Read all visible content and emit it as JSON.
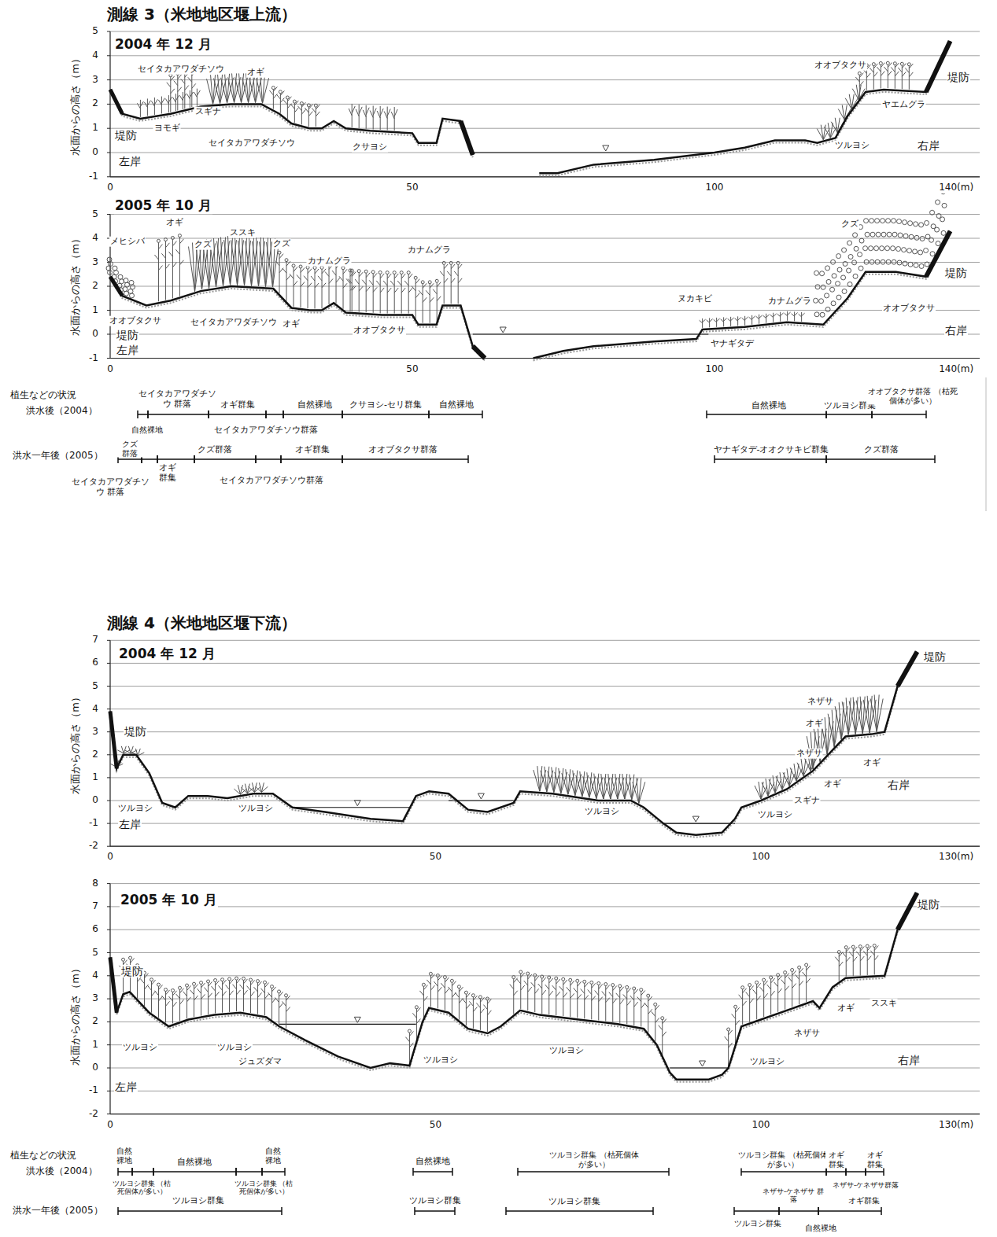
{
  "diagram": {
    "labels": [
      "測線 3（米地地区堰上流）",
      "2004 年 12 月",
      "水面からの高さ（m）",
      "5",
      "4",
      "3",
      "2",
      "1",
      "0",
      "-1",
      "0",
      "50",
      "100",
      "140(m)",
      "セイタカアワダチソウ",
      "オギ",
      "ヨモギ",
      "スギナ",
      "セイタカアワダチソウ",
      "クサヨシ",
      "堤防",
      "左岸",
      "オオブタクサ",
      "ヤエムグラ",
      "ツルヨシ",
      "堤防",
      "右岸",
      "2005 年 10 月",
      "水面からの高さ（m）",
      "5",
      "4",
      "3",
      "2",
      "1",
      "0",
      "-1",
      "0",
      "50",
      "100",
      "140(m)",
      "メヒシバ",
      "オギ",
      "クズ",
      "ススキ",
      "クズ",
      "カナムグラ",
      "カナムグラ",
      "オオブタクサ",
      "堤防",
      "左岸",
      "セイタカアワダチソウ",
      "オギ",
      "オオブタクサ",
      "ヌカキビ",
      "カナムグラ",
      "ヤナギタデ",
      "クズ",
      "オオブタクサ",
      "堤防",
      "右岸",
      "植生などの状況",
      "洪水後（2004）",
      "セイタカアワダチソウ 群落",
      "オギ群集",
      "自然裸地",
      "クサヨシ-セリ群集",
      "自然裸地",
      "自然裸地",
      "セイタカアワダチソウ群落",
      "自然裸地",
      "ツルヨシ群集",
      "オオブタクサ群落 （枯死個体が多い）",
      "洪水一年後（2005）",
      "クズ 群落",
      "セイタカアワダチソウ 群落",
      "オギ 群集",
      "クズ群落",
      "セイタカアワダチソウ群落",
      "オギ群集",
      "オオブタクサ群落",
      "ヤナギタデ-オオクサキビ群集",
      "クズ群落",
      "測線 4（米地地区堰下流）",
      "2004 年 12 月",
      "水面からの高さ（m）",
      "7",
      "6",
      "5",
      "4",
      "3",
      "2",
      "1",
      "0",
      "-1",
      "-2",
      "0",
      "50",
      "100",
      "130(m)",
      "堤防",
      "ツルヨシ",
      "左岸",
      "ツルヨシ",
      "ツルヨシ",
      "ツルヨシ",
      "ネザサ",
      "オギ",
      "ネザサ",
      "オギ",
      "スギナ",
      "オギ",
      "右岸",
      "堤防",
      "2005 年 10 月",
      "水面からの高さ（m）",
      "8",
      "7",
      "6",
      "5",
      "4",
      "3",
      "2",
      "1",
      "0",
      "-1",
      "-2",
      "0",
      "50",
      "100",
      "130(m)",
      "堤防",
      "ツルヨシ",
      "ツルヨシ",
      "ジュズダマ",
      "左岸",
      "ツルヨシ",
      "ツルヨシ",
      "ツルヨシ",
      "ネザサ",
      "オギ",
      "ススキ",
      "右岸",
      "堤防",
      "植生などの状況",
      "洪水後（2004）",
      "自然裸地",
      "自然裸地",
      "自然裸地",
      "ツルヨシ群集 （枯死個体が多い）",
      "ツルヨシ群集 （枯死個体が多い）",
      "自然裸地",
      "ツルヨシ群集 （枯死個体が多い）",
      "ツルヨシ群集 （枯死個体が多い）",
      "オギ 群集",
      "オギ 群集",
      "ネザサ-ケネザサ群落",
      "洪水一年後（2005）",
      "ツルヨシ群集",
      "ツルヨシ群集",
      "ツルヨシ群集",
      "ネザサ-ケネザサ 群落",
      "オギ群集",
      "ツルヨシ群集",
      "自然裸地"
    ]
  }
}
